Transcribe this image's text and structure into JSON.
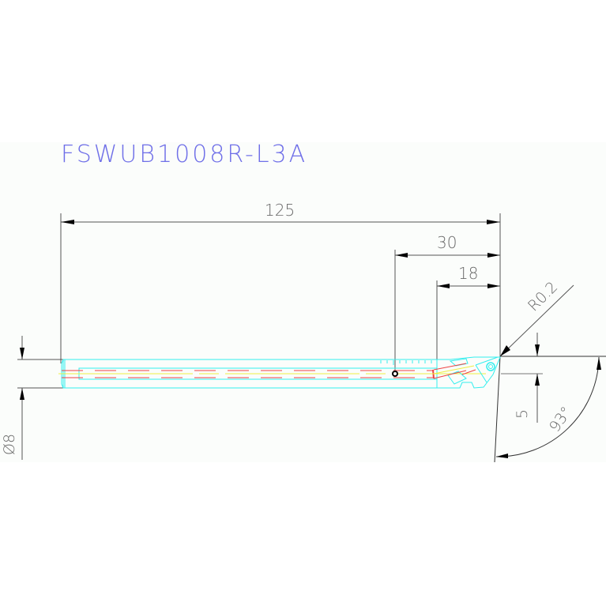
{
  "drawing": {
    "part_number": "FSWUB1008R-L3A",
    "colors": {
      "title": "#6f6fe8",
      "dimension_lines": "#555555",
      "dimension_text": "#6a6a6a",
      "outline": "#33eeee",
      "hidden_lines": "#ee4444",
      "center_line": "#eeee44",
      "background": "#fbfdfb"
    },
    "dimensions": {
      "overall_length": "125",
      "head_length": "30",
      "flute_length": "18",
      "corner_radius": "R0.2",
      "shank_diameter": "Ø8",
      "tip_offset": "5",
      "approach_angle": "93°"
    }
  }
}
